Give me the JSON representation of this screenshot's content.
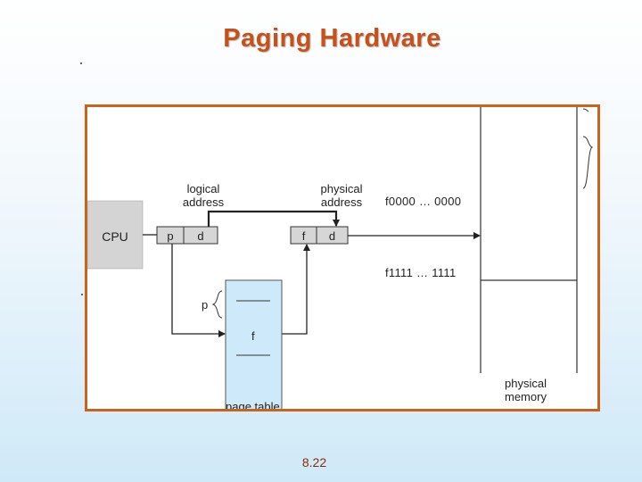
{
  "title": "Paging Hardware",
  "slide_number": "8.22",
  "diagram": {
    "cpu_label": "CPU",
    "logical_address_label": "logical\naddress",
    "physical_address_label": "physical\naddress",
    "logical_fields": [
      "p",
      "d"
    ],
    "physical_fields": [
      "f",
      "d"
    ],
    "page_table_label": "page table",
    "page_table_index_label": "p",
    "page_table_entry_label": "f",
    "memory_start_address": "f0000 … 0000",
    "memory_end_address": "f1111 … 1111",
    "physical_memory_label": "physical\nmemory"
  },
  "colors": {
    "title": "#c8511b",
    "frame": "#c8651b",
    "cpu_box": "#d4d4d4",
    "page_table": "#cde9fa",
    "slide_number": "#8a2a0a"
  }
}
